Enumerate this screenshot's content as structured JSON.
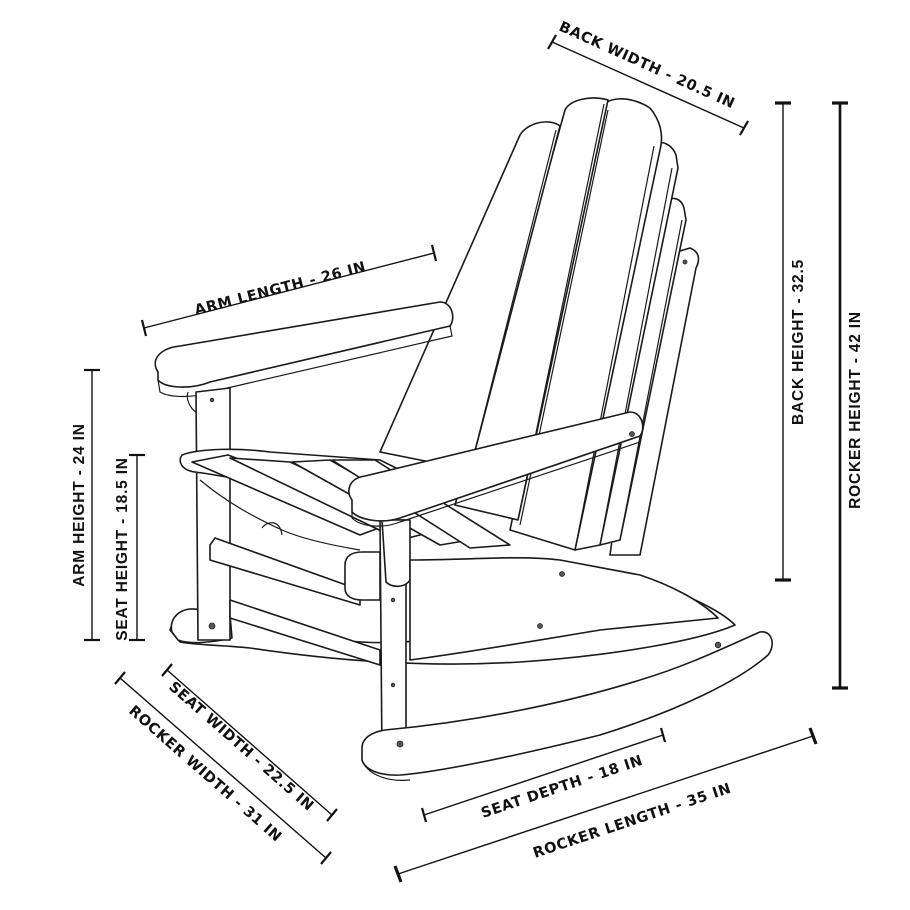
{
  "diagram": {
    "subject": "Adirondack rocking chair",
    "dimensions": {
      "back_width": "BACK WIDTH - 20.5 IN",
      "back_height": "BACK HEIGHT - 32.5",
      "rocker_height": "ROCKER HEIGHT - 42 IN",
      "arm_length": "ARM LENGTH - 26 IN",
      "arm_height": "ARM HEIGHT - 24 IN",
      "seat_height": "SEAT HEIGHT - 18.5 IN",
      "seat_width": "SEAT WIDTH - 22.5 IN",
      "rocker_width": "ROCKER WIDTH - 31 IN",
      "seat_depth": "SEAT DEPTH - 18 IN",
      "rocker_length": "ROCKER LENGTH - 35 IN"
    },
    "colors": {
      "line": "#1a1a1a",
      "background": "#ffffff"
    }
  }
}
